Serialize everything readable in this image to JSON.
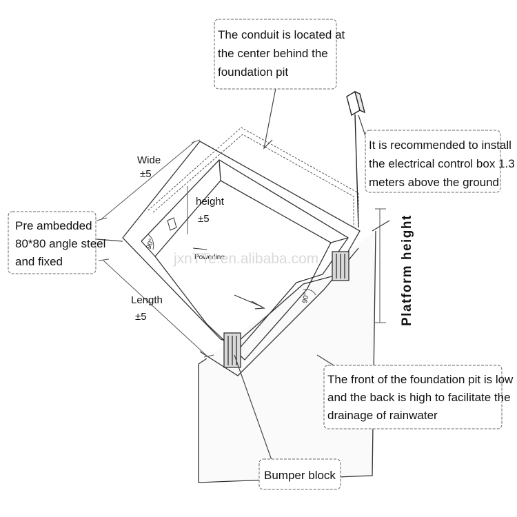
{
  "callouts": {
    "conduit": [
      "The conduit is located at",
      "the center behind the",
      "foundation pit"
    ],
    "control_box": [
      "It is recommended to install",
      "the electrical control box 1.3",
      "meters above the ground"
    ],
    "angle_steel": [
      "Pre ambedded",
      "80*80 angle steel",
      "and fixed"
    ],
    "drainage": [
      "The front of the  foundation pit is low",
      "and the back is high to facilitate the",
      "drainage of rainwater"
    ],
    "bumper": "Bumper block"
  },
  "dimensions": {
    "wide_label": "Wide",
    "wide_tol": "±5",
    "height_label": "height",
    "height_tol": "±5",
    "length_label": "Length",
    "length_tol": "±5",
    "platform_height": "Platform height",
    "angle_left": "90°",
    "angle_right": "90°"
  },
  "annotations": {
    "power_line": "Powerline"
  },
  "watermark": "jxnTTe.en.alibaba.com"
}
